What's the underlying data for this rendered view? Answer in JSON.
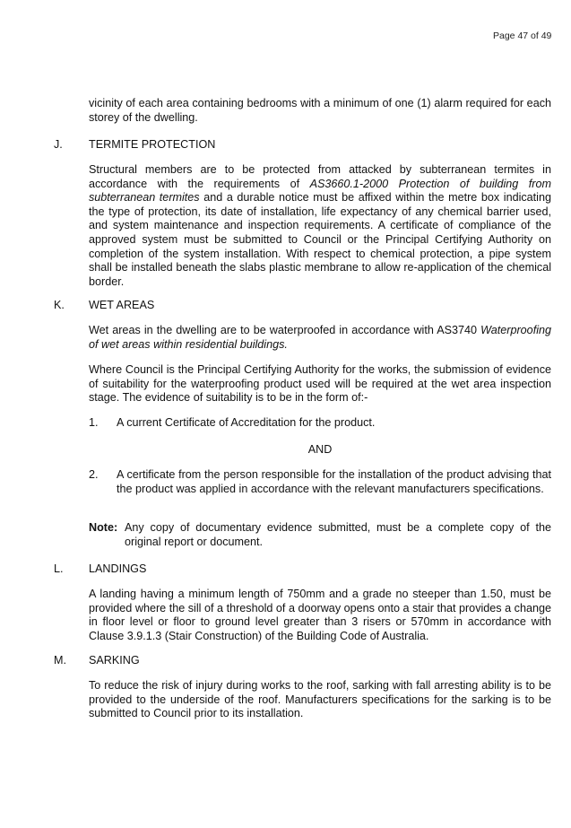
{
  "page_number": "Page 47 of 49",
  "intro": "vicinity of each area containing bedrooms with a minimum of one (1) alarm required for each storey of the dwelling.",
  "sections": {
    "J": {
      "letter": "J.",
      "title": "TERMITE PROTECTION",
      "p1_a": "Structural members are to be protected from attacked by subterranean termites in accordance with the requirements of ",
      "p1_italic": "AS3660.1-2000 Protection of building from subterranean termites",
      "p1_b": " and a durable notice must be affixed within the metre box indicating the type of protection, its date of installation, life expectancy of any chemical barrier used, and system maintenance and inspection requirements.  A certificate of compliance of the approved system must be submitted to Council or the Principal Certifying Authority on completion of the system installation.  With respect to chemical protection, a pipe system shall be installed beneath the slabs plastic membrane to allow re-application of the chemical border."
    },
    "K": {
      "letter": "K.",
      "title": "WET AREAS",
      "p1_a": "Wet areas in the dwelling are to be waterproofed in accordance with AS3740 ",
      "p1_italic": "Waterproofing of wet areas within residential buildings.",
      "p2": "Where Council is the Principal Certifying Authority for the works, the submission of evidence of suitability for the waterproofing product used will be required at the wet area inspection stage.  The evidence of suitability is to be in the form of:-",
      "item1_num": "1.",
      "item1": "A current Certificate of Accreditation for the product.",
      "and": "AND",
      "item2_num": "2.",
      "item2": "A certificate from the person responsible for the installation of the product advising that the product was applied in accordance with the relevant manufacturers specifications.",
      "note_label": "Note:",
      "note": "Any copy of documentary evidence submitted, must be a complete copy of the original report or document."
    },
    "L": {
      "letter": "L.",
      "title": "LANDINGS",
      "p1": "A landing having a minimum length of 750mm and a grade no steeper than 1.50, must be provided where the sill of a threshold of a doorway opens onto a stair that provides a change in floor level or floor to ground level greater than 3 risers or 570mm in accordance with Clause 3.9.1.3 (Stair Construction) of the Building Code of Australia."
    },
    "M": {
      "letter": "M.",
      "title": "SARKING",
      "p1": "To reduce the risk of injury during works to the roof, sarking with fall arresting ability is to be provided to the underside of the roof.  Manufacturers specifications for the sarking is to be submitted to Council prior to its installation."
    }
  }
}
